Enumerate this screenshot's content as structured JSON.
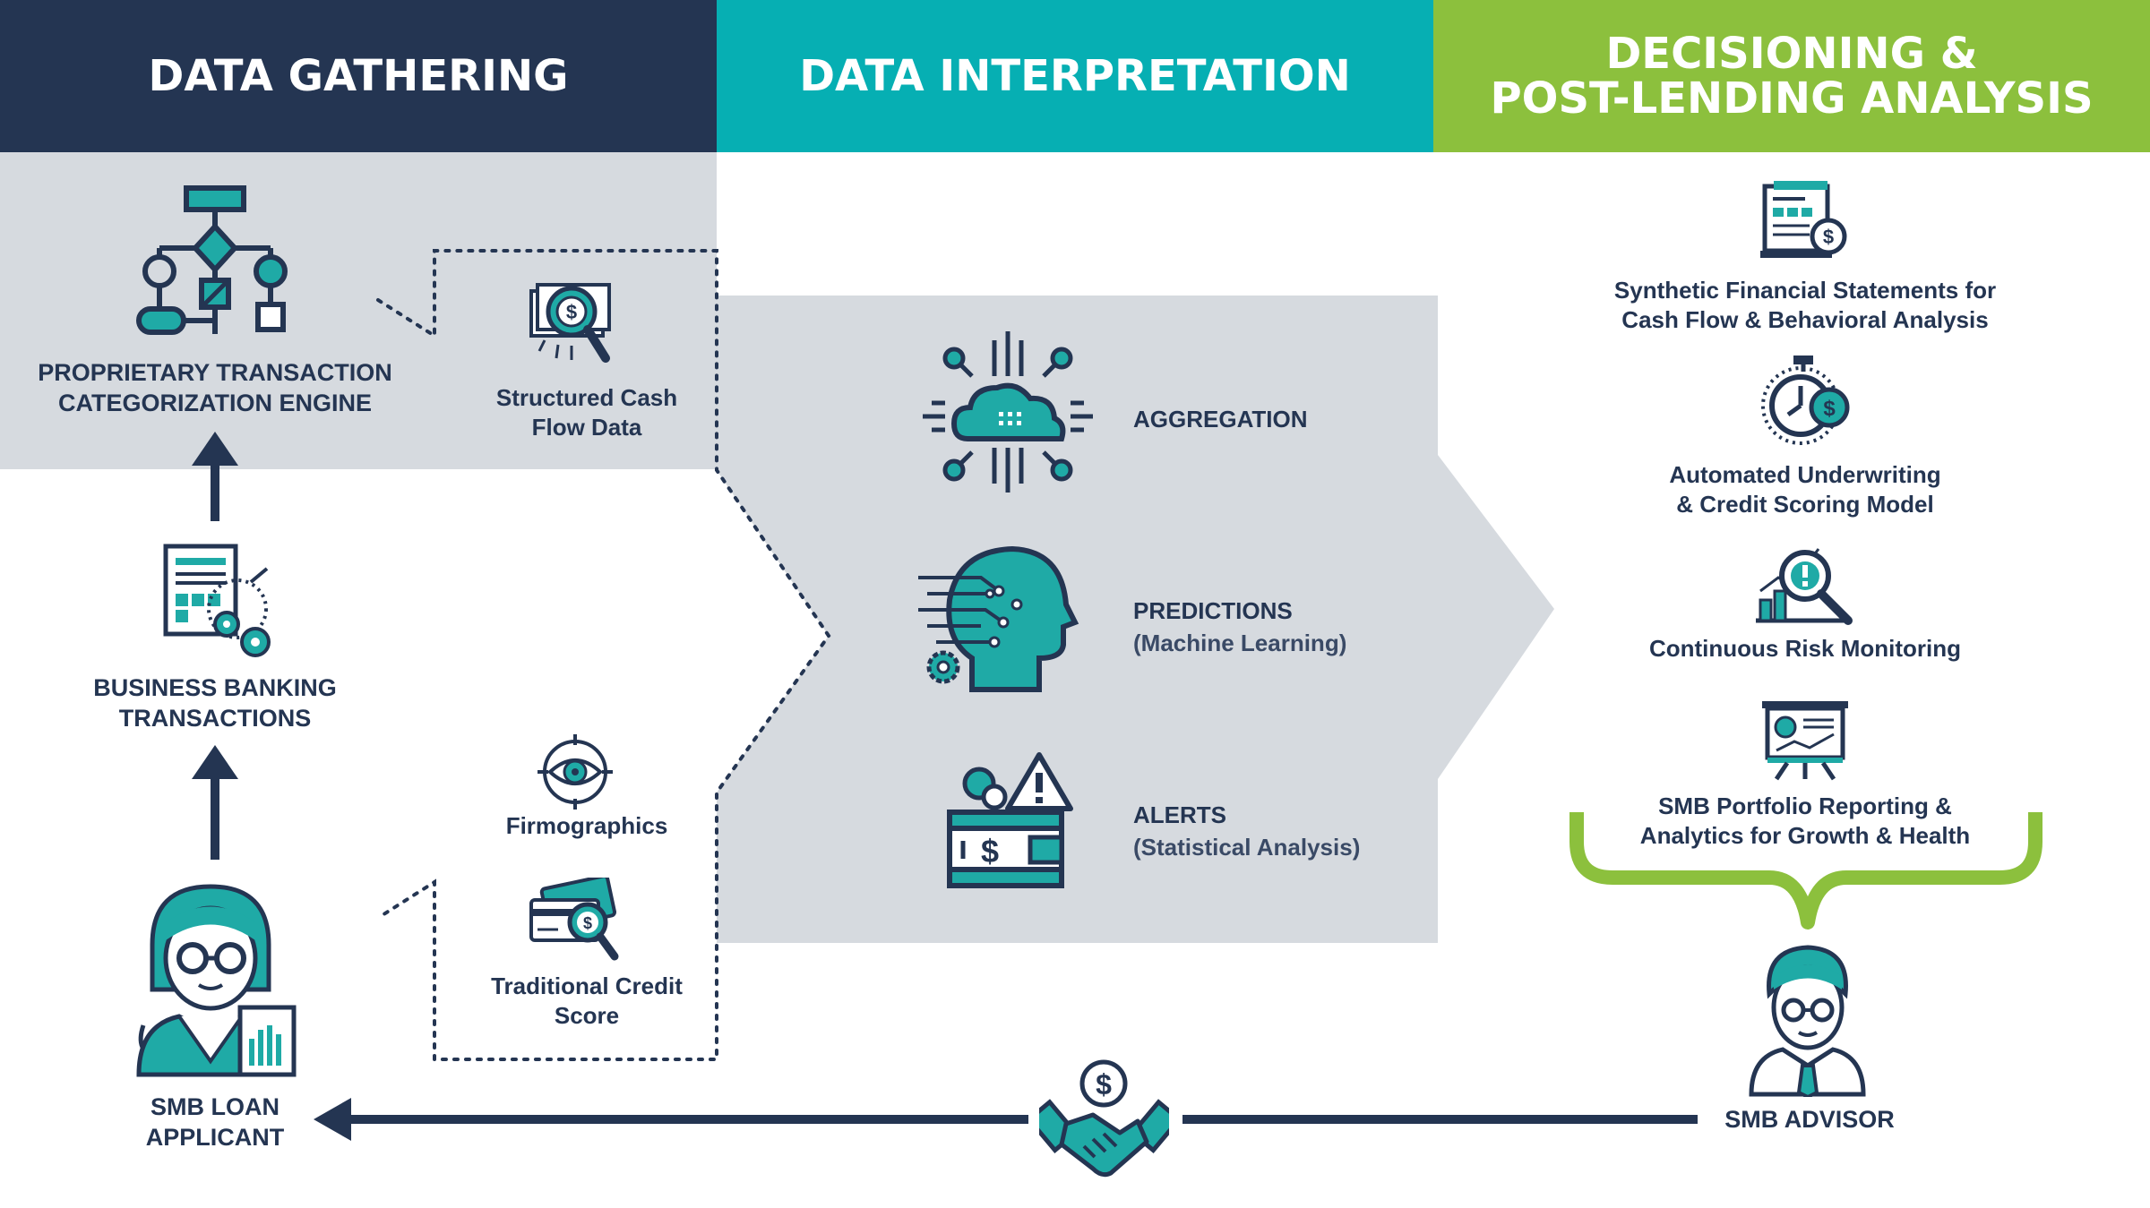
{
  "headers": {
    "gathering": "DATA GATHERING",
    "interpretation": "DATA INTERPRETATION",
    "decisioning_line1": "DECISIONING &",
    "decisioning_line2": "POST-LENDING ANALYSIS"
  },
  "colors": {
    "navy": "#243552",
    "teal": "#06AFB3",
    "green": "#8CC03D",
    "gray_panel": "#D6DADF",
    "icon_teal": "#1FAAA6"
  },
  "left_column": {
    "engine_line1": "PROPRIETARY TRANSACTION",
    "engine_line2": "CATEGORIZATION ENGINE",
    "banking_line1": "BUSINESS BANKING",
    "banking_line2": "TRANSACTIONS",
    "applicant_line1": "SMB LOAN",
    "applicant_line2": "APPLICANT"
  },
  "data_sources": {
    "cash_flow_line1": "Structured Cash",
    "cash_flow_line2": "Flow Data",
    "firmographics": "Firmographics",
    "credit_line1": "Traditional Credit",
    "credit_line2": "Score"
  },
  "interpretation": {
    "aggregation": "AGGREGATION",
    "predictions": "PREDICTIONS",
    "predictions_sub": "(Machine Learning)",
    "alerts": "ALERTS",
    "alerts_sub": "(Statistical Analysis)"
  },
  "decisioning": {
    "item1_line1": "Synthetic Financial Statements for",
    "item1_line2": "Cash Flow & Behavioral Analysis",
    "item2_line1": "Automated Underwriting",
    "item2_line2": "& Credit Scoring Model",
    "item3": "Continuous Risk Monitoring",
    "item4_line1": "SMB Portfolio Reporting &",
    "item4_line2": "Analytics for Growth & Health",
    "advisor": "SMB ADVISOR"
  },
  "icons": {
    "flowchart": "flowchart-icon",
    "report": "report-gear-icon",
    "applicant": "woman-applicant-icon",
    "money_search": "money-search-icon",
    "eye_target": "eye-target-icon",
    "credit_card": "credit-card-search-icon",
    "cloud_circuit": "cloud-circuit-icon",
    "ai_head": "ai-head-icon",
    "wallet_alert": "wallet-alert-icon",
    "statements": "financial-statement-icon",
    "clock_dollar": "clock-dollar-icon",
    "risk_search": "risk-search-icon",
    "presentation": "presentation-board-icon",
    "advisor": "man-advisor-icon",
    "handshake": "handshake-dollar-icon"
  }
}
